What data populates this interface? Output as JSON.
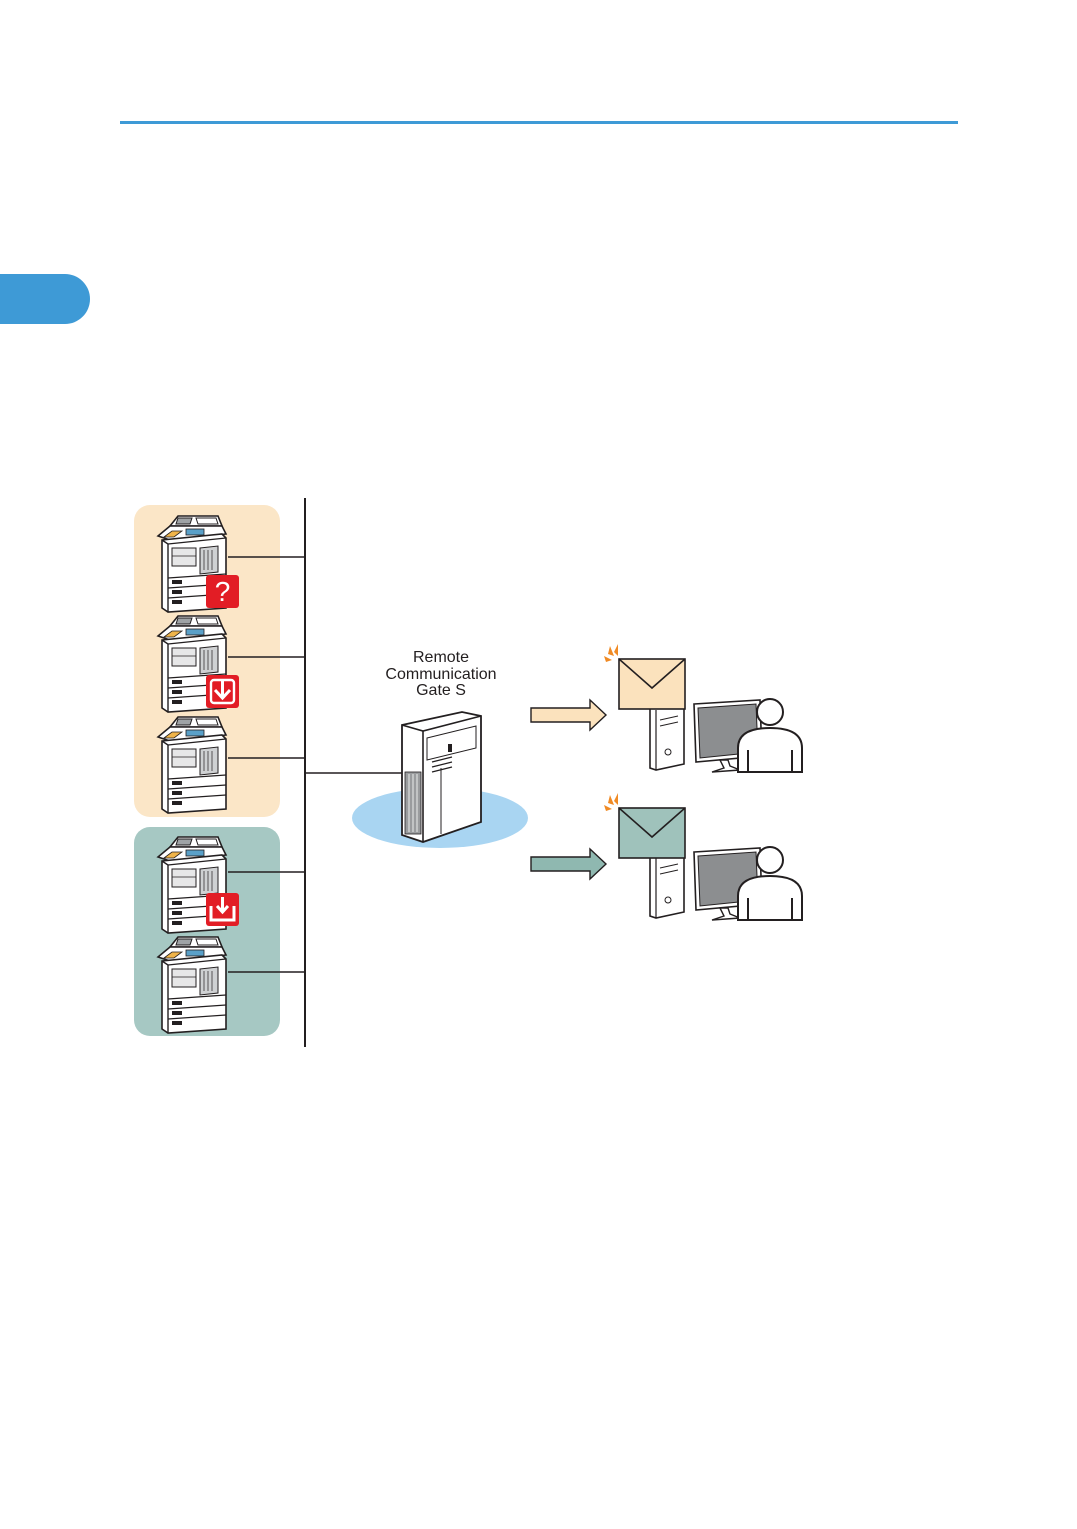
{
  "page": {
    "chapter_tab": ""
  },
  "diagram": {
    "server_label": "Remote\nCommunication\nGate S",
    "groups": [
      {
        "name": "group-1",
        "fill": "#fbe6c7",
        "devices": [
          {
            "status_icon": "question-icon",
            "status_color": "#e21d25"
          },
          {
            "status_icon": "download-icon",
            "status_color": "#e21d25"
          },
          {
            "status_icon": "",
            "status_color": ""
          }
        ]
      },
      {
        "name": "group-2",
        "fill": "#a6c8c3",
        "devices": [
          {
            "status_icon": "tray-download-icon",
            "status_color": "#e21d25"
          },
          {
            "status_icon": "",
            "status_color": ""
          }
        ]
      }
    ],
    "notifications": [
      {
        "envelope_color": "#fbe2bd",
        "arrow_color": "#fbe2bd",
        "recipient": "administrator-pc"
      },
      {
        "envelope_color": "#9fc2bb",
        "arrow_color": "#8fb8b0",
        "recipient": "administrator-pc"
      }
    ],
    "colors": {
      "accent": "#3e9ad6",
      "server_base": "#a9d5f2",
      "alert_burst": "#f08a24",
      "line": "#231f20"
    }
  }
}
